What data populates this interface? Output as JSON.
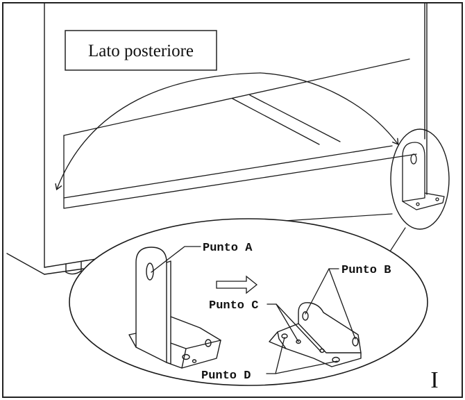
{
  "figure": {
    "header_label": "Lato posteriore",
    "callouts": {
      "point_a": "Punto A",
      "point_b": "Punto B",
      "point_c": "Punto C",
      "point_d": "Punto D"
    },
    "figure_id": "I"
  }
}
